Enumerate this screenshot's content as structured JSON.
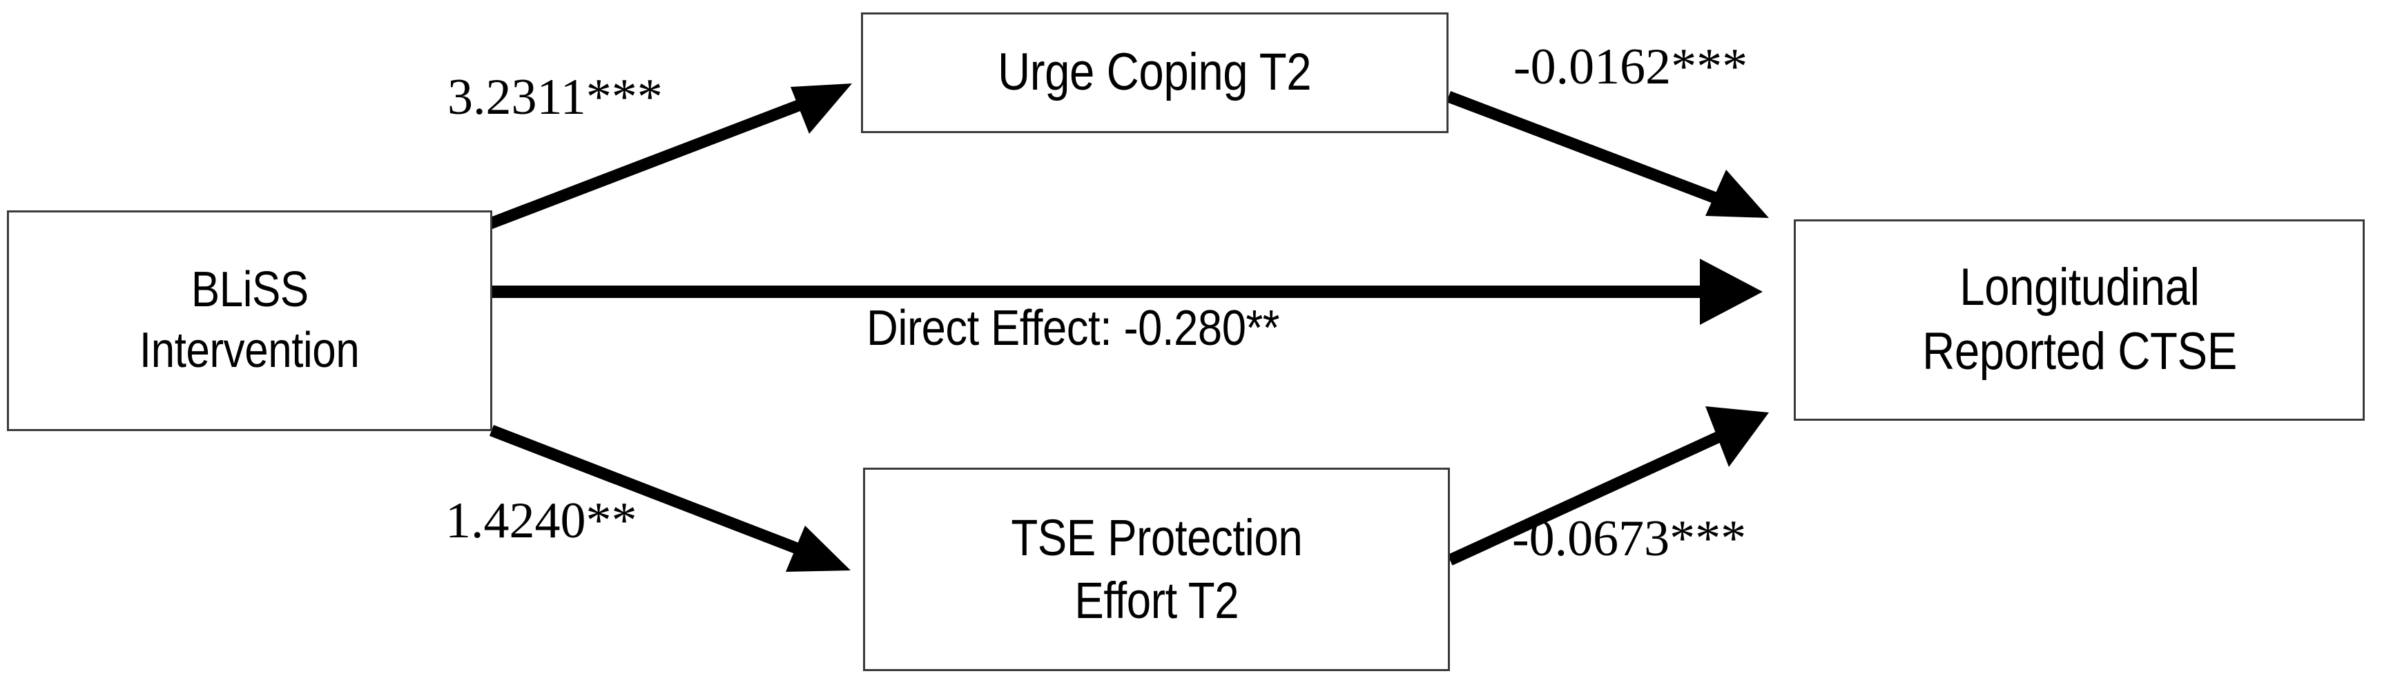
{
  "diagram": {
    "type": "mediation-path-diagram",
    "background_color": "#ffffff",
    "line_color": "#000000",
    "box_border_color": "#3a3a3a",
    "nodes": {
      "predictor": {
        "id": "bliss-intervention",
        "line1": "BLiSS",
        "line2": "Intervention"
      },
      "mediator_top": {
        "id": "urge-coping-t2",
        "line1": "Urge Coping T2",
        "line2": ""
      },
      "mediator_bottom": {
        "id": "tse-protection-effort-t2",
        "line1": "TSE Protection",
        "line2": "Effort T2"
      },
      "outcome": {
        "id": "longitudinal-reported-ctse",
        "line1": "Longitudinal",
        "line2": "Reported CTSE"
      }
    },
    "edges": {
      "a_path_top": {
        "from": "bliss-intervention",
        "to": "urge-coping-t2",
        "coefficient": "3.2311***"
      },
      "b_path_top": {
        "from": "urge-coping-t2",
        "to": "longitudinal-reported-ctse",
        "coefficient": "-0.0162***"
      },
      "direct_effect": {
        "from": "bliss-intervention",
        "to": "longitudinal-reported-ctse",
        "coefficient": "Direct Effect: -0.280**"
      },
      "a_path_bottom": {
        "from": "bliss-intervention",
        "to": "tse-protection-effort-t2",
        "coefficient": "1.4240**"
      },
      "b_path_bottom": {
        "from": "tse-protection-effort-t2",
        "to": "longitudinal-reported-ctse",
        "coefficient": "-0.0673***"
      }
    }
  }
}
